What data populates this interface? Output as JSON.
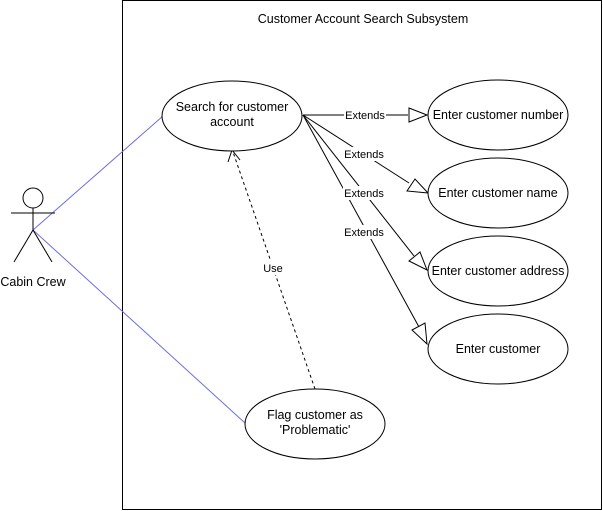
{
  "system": {
    "title": "Customer Account Search Subsystem"
  },
  "actor": {
    "name": "Cabin Crew"
  },
  "use_cases": {
    "search_line1": "Search for customer",
    "search_line2": "account",
    "customer_number": "Enter customer number",
    "customer_name": "Enter customer name",
    "customer_address": "Enter customer address",
    "customer": "Enter customer",
    "flag_line1": "Flag customer as",
    "flag_line2": "'Problematic'"
  },
  "relations": {
    "extends_1": "Extends",
    "extends_2": "Extends",
    "extends_3": "Extends",
    "extends_4": "Extends",
    "use": "Use"
  },
  "colors": {
    "association": "#6f6fdc",
    "stroke": "#000000",
    "fill": "#ffffff"
  }
}
